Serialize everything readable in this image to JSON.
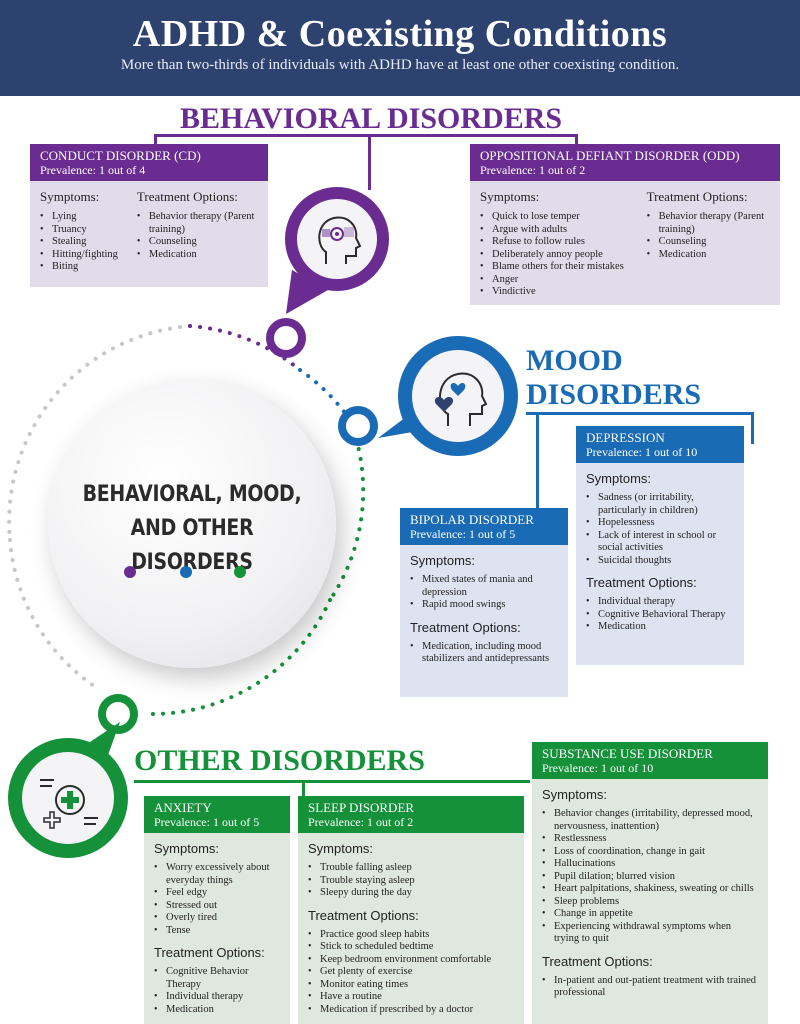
{
  "header": {
    "title": "ADHD & Coexisting Conditions",
    "subtitle": "More than two-thirds of individuals with ADHD have at least one other coexisting condition."
  },
  "center": {
    "line1": "BEHAVIORAL, MOOD,",
    "line2": "AND OTHER DISORDERS"
  },
  "colors": {
    "purple": "#6a2c91",
    "blue": "#1a6bb5",
    "green": "#15913a",
    "navy": "#2e4270"
  },
  "labels": {
    "symptoms": "Symptoms:",
    "treatment": "Treatment Options:"
  },
  "behavioral": {
    "title": "BEHAVIORAL DISORDERS",
    "icon": "head-brain-gear-icon",
    "cd": {
      "title": "CONDUCT DISORDER (CD)",
      "prevalence": "Prevalence: 1 out of 4",
      "symptoms": [
        "Lying",
        "Truancy",
        "Stealing",
        "Hitting/fighting",
        "Biting"
      ],
      "treatment": [
        "Behavior therapy (Parent training)",
        "Counseling",
        "Medication"
      ]
    },
    "odd": {
      "title": "OPPOSITIONAL DEFIANT DISORDER (ODD)",
      "prevalence": "Prevalence: 1 out of 2",
      "symptoms": [
        "Quick to lose temper",
        "Argue with adults",
        "Refuse to follow rules",
        "Deliberately annoy people",
        "Blame others for their mistakes",
        "Anger",
        "Vindictive"
      ],
      "treatment": [
        "Behavior therapy (Parent training)",
        "Counseling",
        "Medication"
      ]
    }
  },
  "mood": {
    "title1": "MOOD",
    "title2": "DISORDERS",
    "icon": "head-heart-icon",
    "depression": {
      "title": "DEPRESSION",
      "prevalence": "Prevalence: 1 out of 10",
      "symptoms": [
        "Sadness (or irritability, particularly in children)",
        "Hopelessness",
        "Lack of interest in school or social activities",
        "Suicidal thoughts"
      ],
      "treatment": [
        "Individual therapy",
        "Cognitive Behavioral Therapy",
        "Medication"
      ]
    },
    "bipolar": {
      "title": "BIPOLAR DISORDER",
      "prevalence": "Prevalence: 1 out of 5",
      "symptoms": [
        "Mixed states of mania and depression",
        "Rapid mood swings"
      ],
      "treatment": [
        "Medication, including mood stabilizers and antidepressants"
      ]
    }
  },
  "other": {
    "title": "OTHER DISORDERS",
    "icon": "medical-clipboard-icon",
    "anxiety": {
      "title": "ANXIETY",
      "prevalence": "Prevalence: 1 out of 5",
      "symptoms": [
        "Worry excessively about everyday things",
        "Feel edgy",
        "Stressed out",
        "Overly tired",
        "Tense"
      ],
      "treatment": [
        "Cognitive Behavior Therapy",
        "Individual therapy",
        "Medication"
      ]
    },
    "sleep": {
      "title": "SLEEP DISORDER",
      "prevalence": "Prevalence: 1 out of 2",
      "symptoms": [
        "Trouble falling asleep",
        "Trouble staying asleep",
        "Sleepy during the day"
      ],
      "treatment": [
        "Practice good sleep habits",
        "Stick to scheduled bedtime",
        "Keep bedroom environment comfortable",
        "Get plenty of exercise",
        "Monitor eating times",
        "Have a routine",
        "Medication if prescribed by a doctor"
      ]
    },
    "substance": {
      "title": "SUBSTANCE USE DISORDER",
      "prevalence": "Prevalence: 1 out of 10",
      "symptoms": [
        "Behavior changes (irritability, depressed mood, nervousness, inattention)",
        "Restlessness",
        "Loss of coordination, change in gait",
        "Hallucinations",
        "Pupil dilation; blurred vision",
        "Heart palpitations, shakiness, sweating or chills",
        "Sleep problems",
        "Change in appetite",
        "Experiencing withdrawal symptoms when trying to quit"
      ],
      "treatment": [
        "In-patient and out-patient treatment with trained professional"
      ]
    }
  }
}
